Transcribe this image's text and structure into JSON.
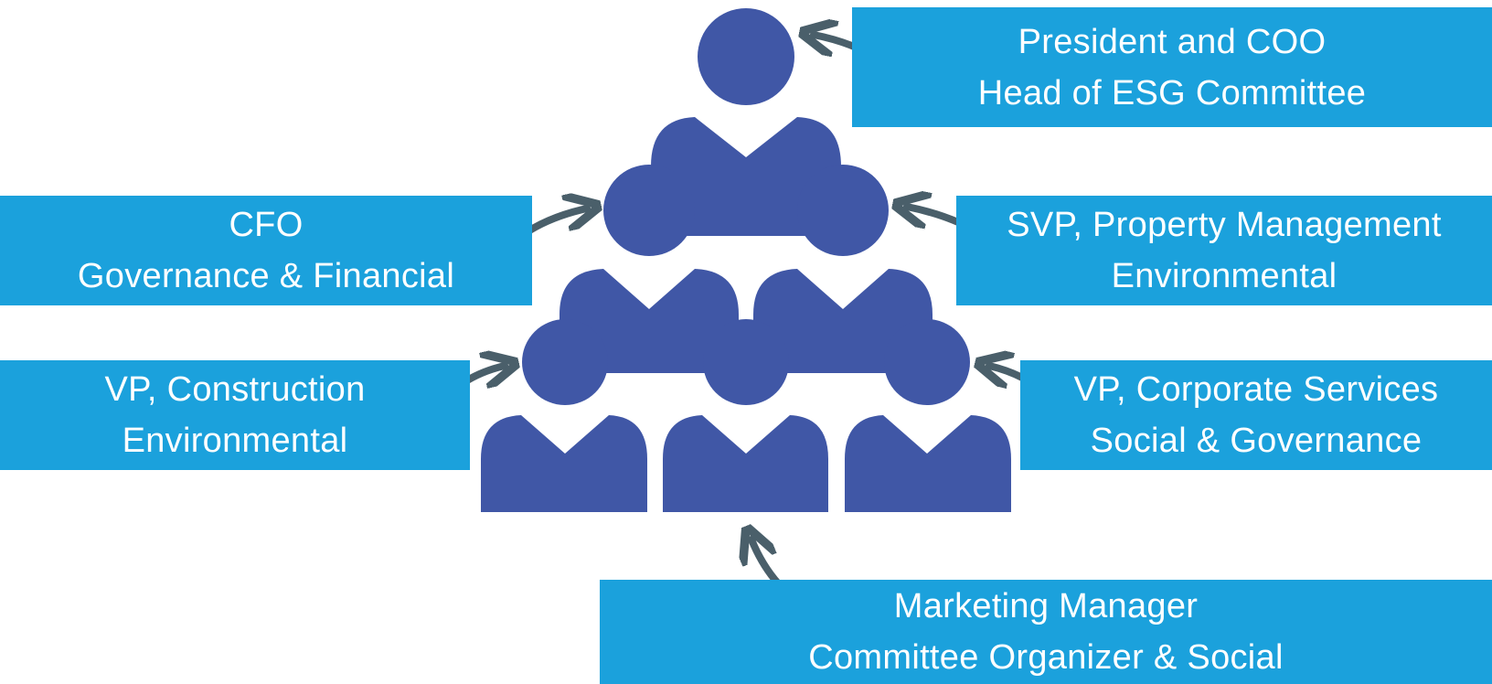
{
  "colors": {
    "box_fill": "#1ba1dc",
    "people_fill": "#4057a6",
    "arrow_color": "#4a5f6a",
    "text_color": "#ffffff"
  },
  "roles": {
    "president": {
      "line1": "President and COO",
      "line2": "Head of ESG Committee"
    },
    "cfo": {
      "line1": "CFO",
      "line2": "Governance & Financial"
    },
    "svp_property": {
      "line1": "SVP, Property Management",
      "line2": "Environmental"
    },
    "vp_construction": {
      "line1": "VP, Construction",
      "line2": "Environmental"
    },
    "vp_corporate": {
      "line1": "VP, Corporate Services",
      "line2": "Social & Governance"
    },
    "marketing": {
      "line1": "Marketing Manager",
      "line2": "Committee Organizer & Social"
    }
  },
  "icons": {
    "people": "person-icon",
    "arrow": "curved-arrow-icon"
  }
}
